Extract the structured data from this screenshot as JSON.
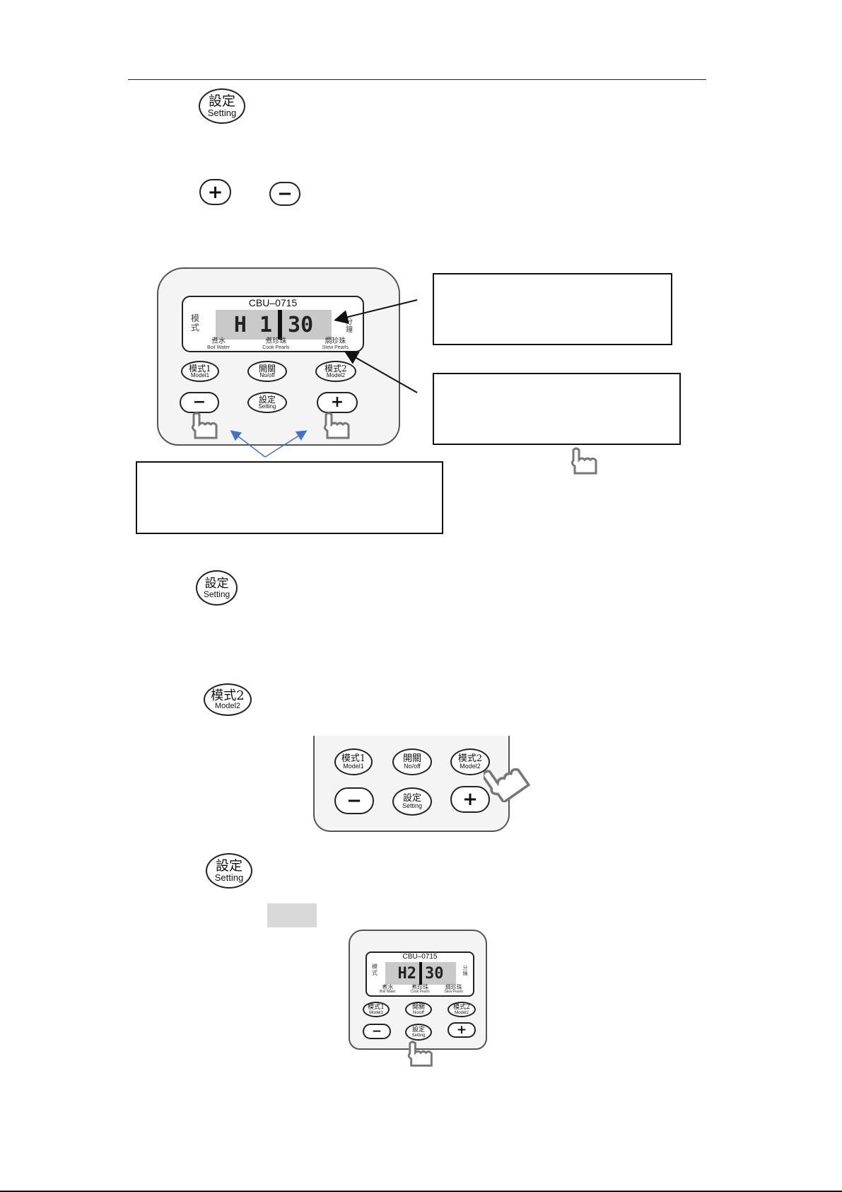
{
  "icons": {
    "setting": {
      "cn": "設定",
      "en": "Setting"
    },
    "plus": {
      "symbol": "+"
    },
    "minus": {
      "symbol": "−"
    },
    "model1": {
      "cn": "模式1",
      "en": "Model1"
    },
    "model2": {
      "cn": "模式2",
      "en": "Model2"
    },
    "onoff": {
      "cn": "開關",
      "en": "No/off"
    }
  },
  "device": {
    "model_name": "CBU–0715",
    "mode_label": "模 式",
    "unit_label": "分 鐘",
    "display_1": {
      "left": "H 1",
      "right": "30"
    },
    "display_2": {
      "left": "H2",
      "right": "30"
    },
    "modes": [
      {
        "cn": "煮水",
        "en": "Boil Water"
      },
      {
        "cn": "煮珍珠",
        "en": "Cook Pearls"
      },
      {
        "cn": "燜珍珠",
        "en": "Stew Pearls"
      }
    ]
  },
  "colors": {
    "lcd": "#c9c9c9",
    "panel": "#f4f4f4",
    "arrow_blue": "#4472c4",
    "shade": "#d9d9d9"
  }
}
